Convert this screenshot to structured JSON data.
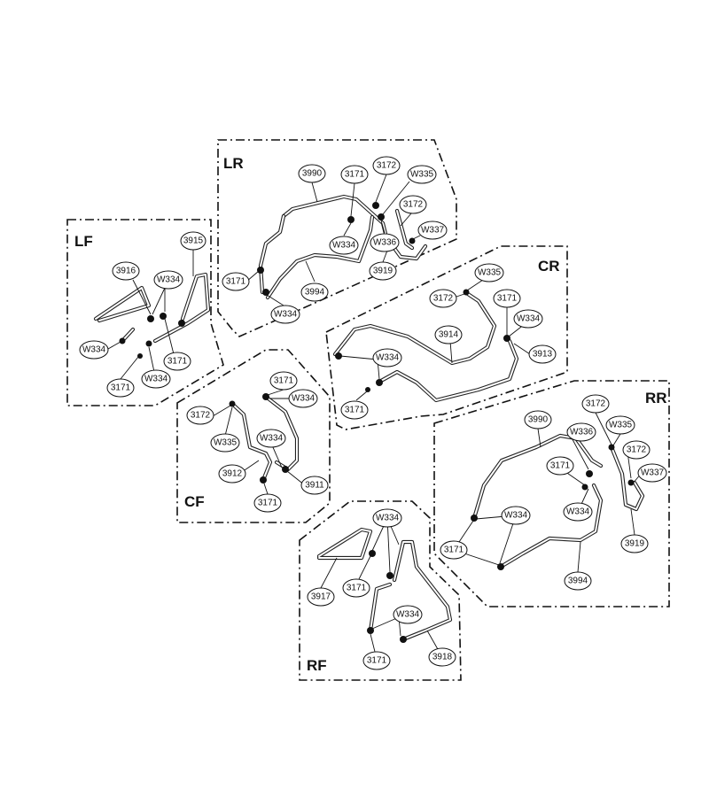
{
  "groups": [
    {
      "id": "LF",
      "label": "LF"
    },
    {
      "id": "LR",
      "label": "LR"
    },
    {
      "id": "CR",
      "label": "CR"
    },
    {
      "id": "CF",
      "label": "CF"
    },
    {
      "id": "RR",
      "label": "RR"
    },
    {
      "id": "RF",
      "label": "RF"
    }
  ],
  "callouts": [
    "3915",
    "3916",
    "W334",
    "W334",
    "3171",
    "3171",
    "W334",
    "3990",
    "3171",
    "3172",
    "W335",
    "3172",
    "W337",
    "W334",
    "W336",
    "3171",
    "3994",
    "3919",
    "W334",
    "W335",
    "3172",
    "3171",
    "W334",
    "3914",
    "3913",
    "W334",
    "3171",
    "3171",
    "W334",
    "3172",
    "W334",
    "W335",
    "3912",
    "3911",
    "3171",
    "3172",
    "3990",
    "W335",
    "W336",
    "3172",
    "3171",
    "W337",
    "3171",
    "W334",
    "W334",
    "3994",
    "3919",
    "W334",
    "3917",
    "3171",
    "W334",
    "3171",
    "3918"
  ]
}
